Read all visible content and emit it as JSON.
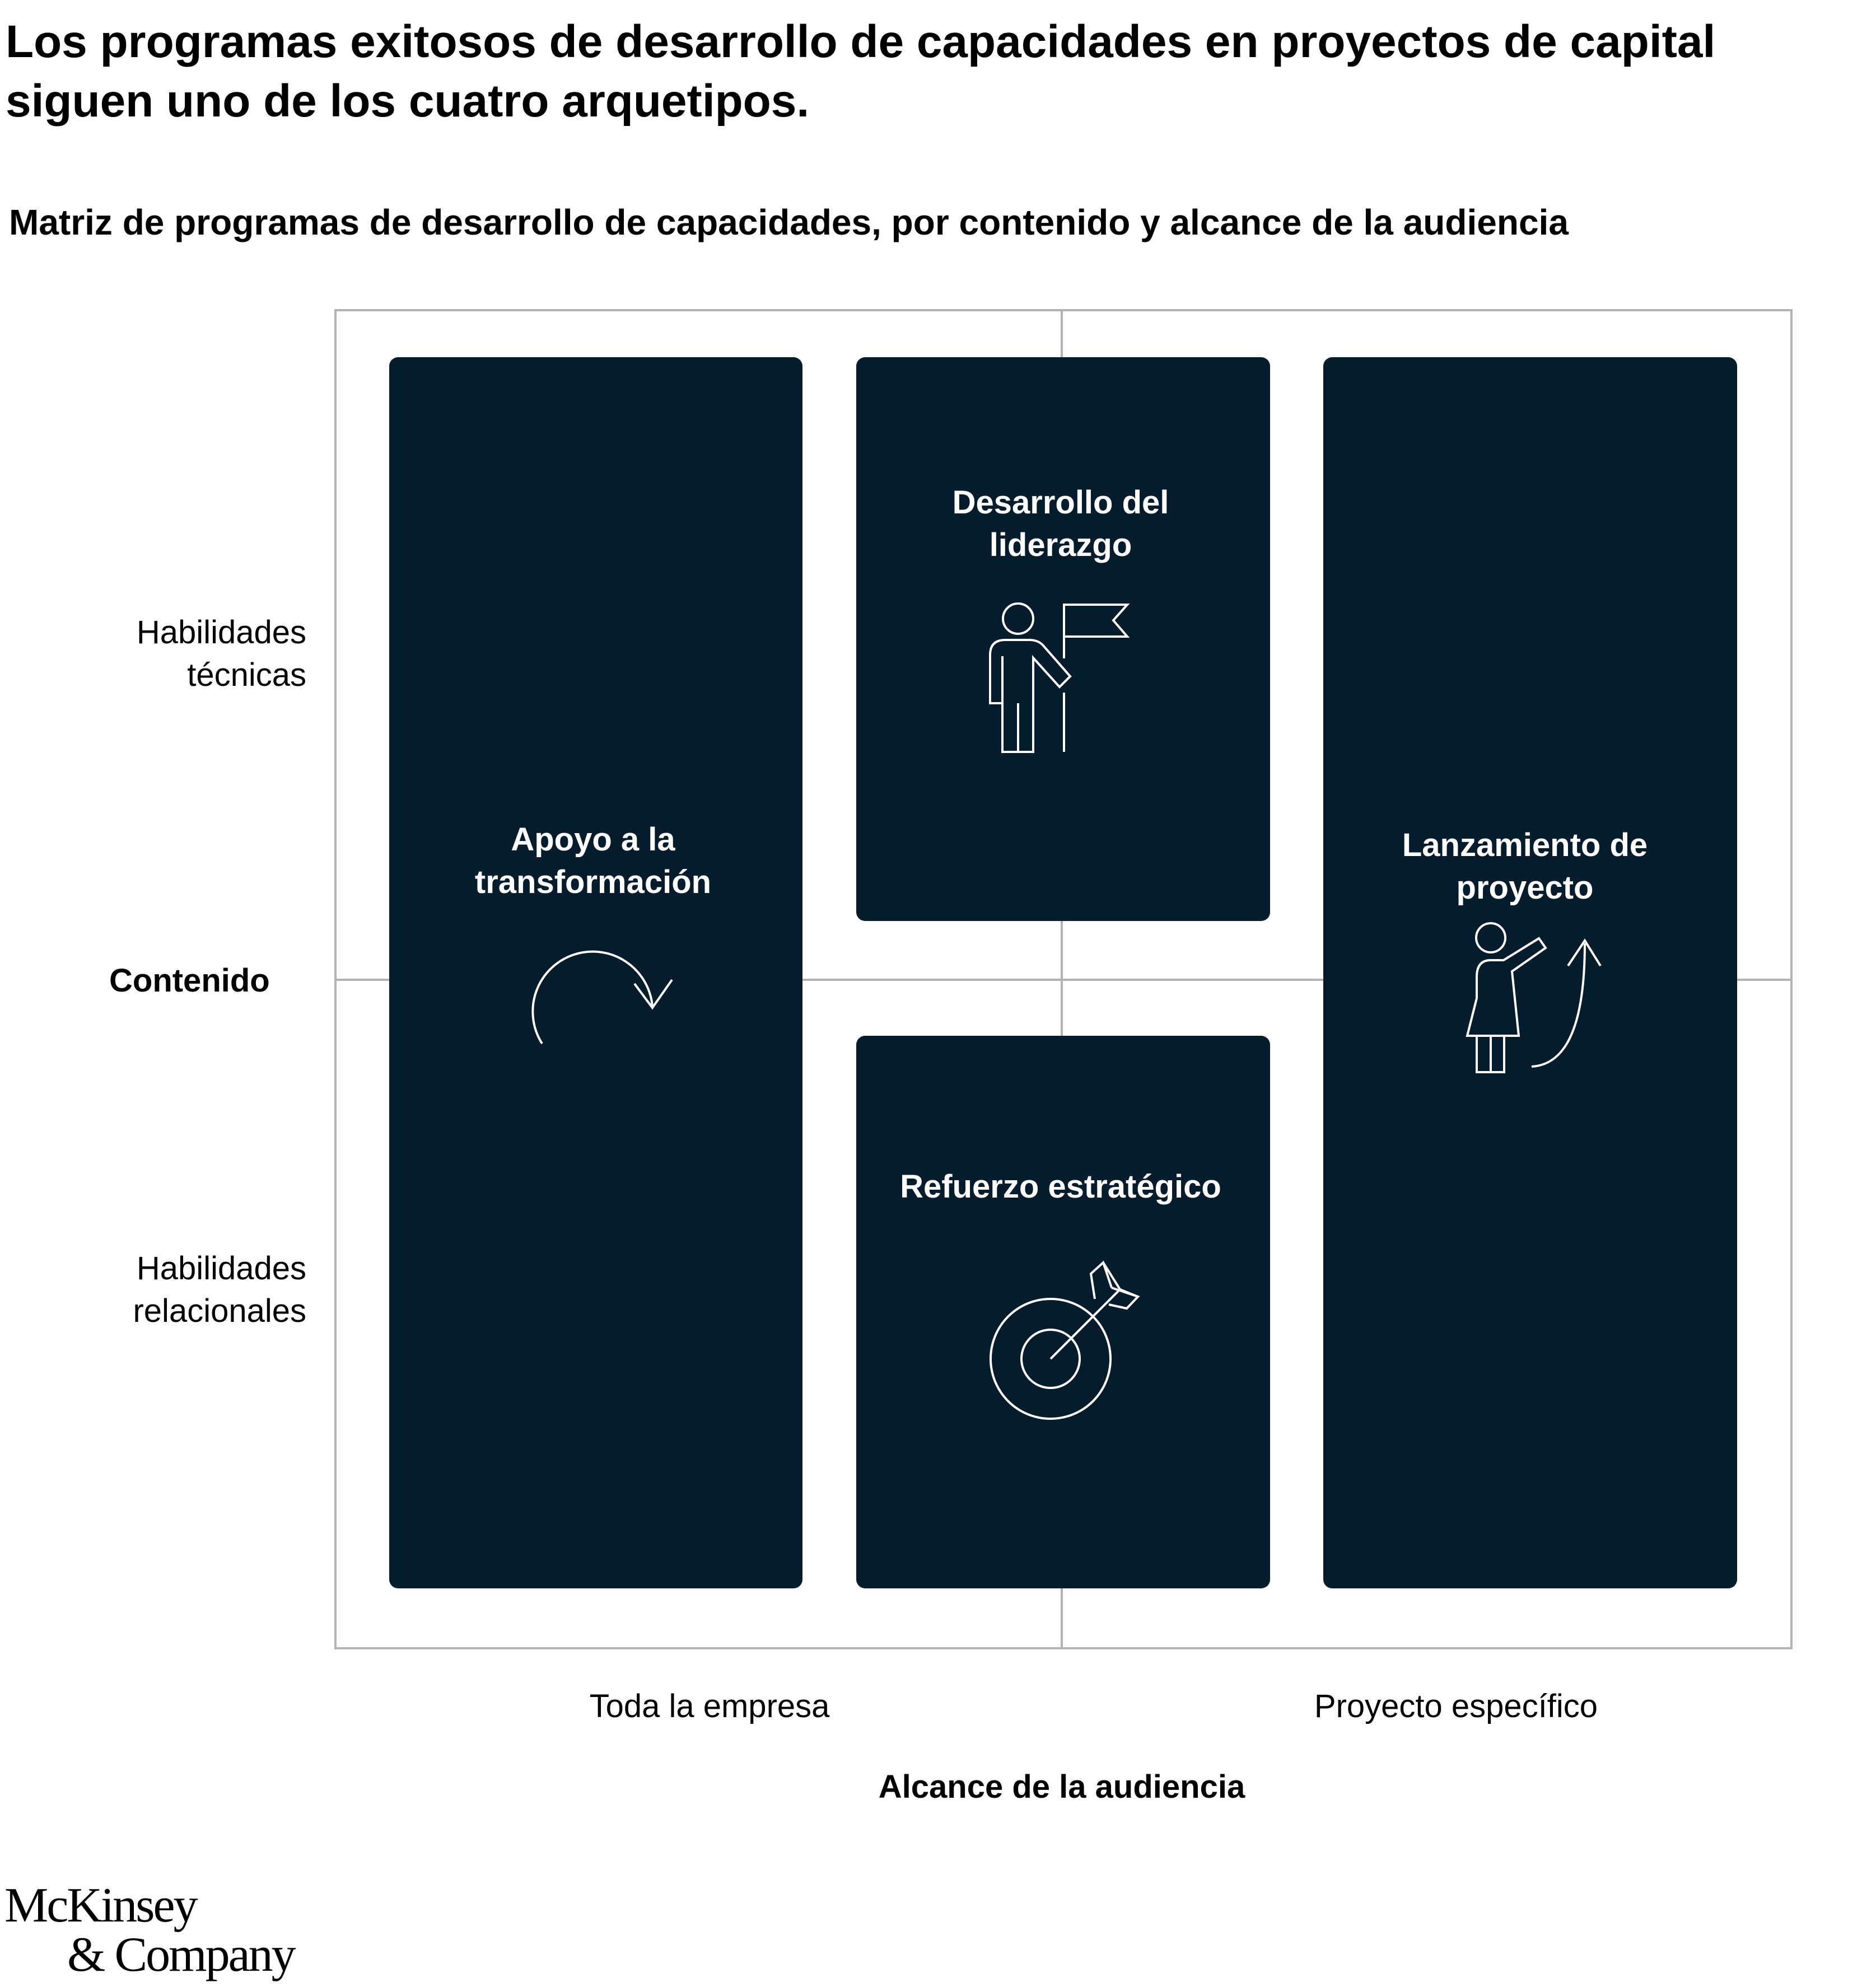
{
  "title": "Los programas exitosos de desarrollo de capacidades en proyectos de capital siguen uno de los cuatro arquetipos.",
  "subtitle": "Matriz de programas de desarrollo de capacidades, por contenido y alcance de la audiencia",
  "y_axis": {
    "title": "Contenido",
    "top": "Habilidades técnicas",
    "bottom": "Habilidades relacionales"
  },
  "x_axis": {
    "title": "Alcance de la audiencia",
    "left": "Toda la empresa",
    "right": "Proyecto específico"
  },
  "boxes": [
    {
      "label": "Apoyo a la transformación",
      "icon": "circular-arrow-icon"
    },
    {
      "label": "Desarrollo del liderazgo",
      "icon": "person-flag-icon"
    },
    {
      "label": "Refuerzo estratégico",
      "icon": "target-arrow-icon"
    },
    {
      "label": "Lanzamiento de proyecto",
      "icon": "person-launch-icon"
    }
  ],
  "logo": {
    "line1": "McKinsey",
    "line2": "& Company"
  },
  "colors": {
    "box": "#051c2c",
    "grid": "#b3b3b3"
  }
}
